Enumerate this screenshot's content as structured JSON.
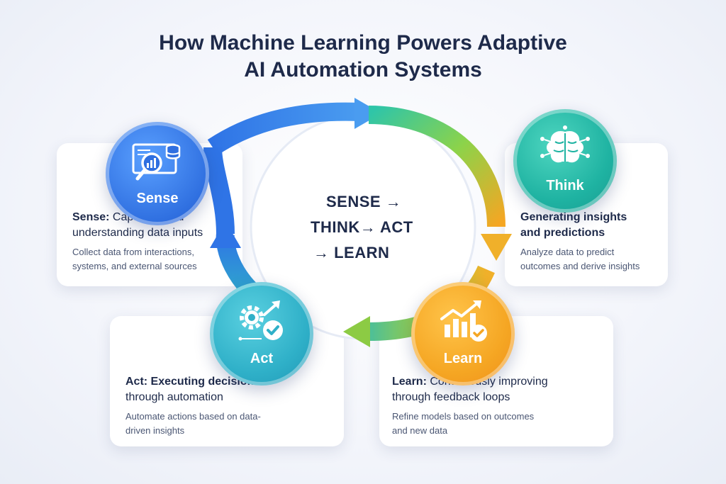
{
  "title": {
    "line1": "How Machine Learning Powers Adaptive",
    "line2": "AI Automation Systems"
  },
  "center": {
    "line1": "SENSE →",
    "line2": "THINK→ ACT",
    "line3": "→ LEARN"
  },
  "stages": {
    "sense": {
      "badge": "Sense",
      "icon": "analytics-search-icon",
      "heading_lead": "Sense:",
      "heading_rest": " Capturing and",
      "heading_line2": "understanding data inputs",
      "body_line1": "Collect data from interactions,",
      "body_line2": "systems, and external sources",
      "color": "#2f6fe0"
    },
    "think": {
      "badge": "Think",
      "icon": "brain-icon",
      "heading_line1": "Generating insights",
      "heading_line2": "and predictions",
      "body_line1": "Analyze data to predict",
      "body_line2": "outcomes and derive insights",
      "color": "#1fb3a2"
    },
    "act": {
      "badge": "Act",
      "icon": "gear-check-icon",
      "heading_lead": "Act:",
      "heading_rest": " Executing decisions",
      "heading_line2": "through automation",
      "body_line1": "Automate actions based on data-",
      "body_line2": "driven insights",
      "color": "#2fb0c8"
    },
    "learn": {
      "badge": "Learn",
      "icon": "growth-chart-icon",
      "heading_lead": "Learn:",
      "heading_rest": " Continuously improving",
      "heading_line2": "through feedback loops",
      "body_line1": "Refine models based on outcomes",
      "body_line2": "and new data",
      "color": "#f5a623"
    }
  }
}
